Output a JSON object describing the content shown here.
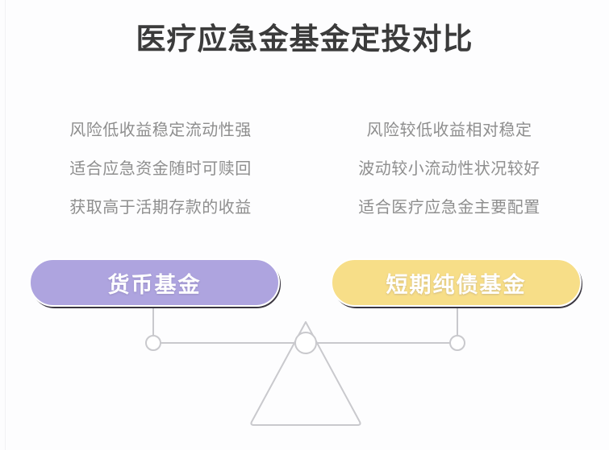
{
  "meta": {
    "background_color": "#fdfdfe",
    "title_color": "#3b3b3b",
    "body_text_color": "#8e8e8e",
    "scale_line_color": "#c9c9cd",
    "pill_outline_color": "#3a3640"
  },
  "header": {
    "title": "医疗应急金基金定投对比"
  },
  "comparison": {
    "left": {
      "pill_label": "货币基金",
      "pill_color": "#aea4df",
      "features": [
        "风险低收益稳定流动性强",
        "适合应急资金随时可赎回",
        "获取高于活期存款的收益"
      ]
    },
    "right": {
      "pill_label": "短期纯债基金",
      "pill_color": "#f7de88",
      "features": [
        "风险较低收益相对稳定",
        "波动较小流动性状况较好",
        "适合医疗应急金主要配置"
      ]
    }
  },
  "scale": {
    "icon": "balance-scale-icon",
    "fulcrum_label": "",
    "beam_color": "#c9c9cd"
  }
}
